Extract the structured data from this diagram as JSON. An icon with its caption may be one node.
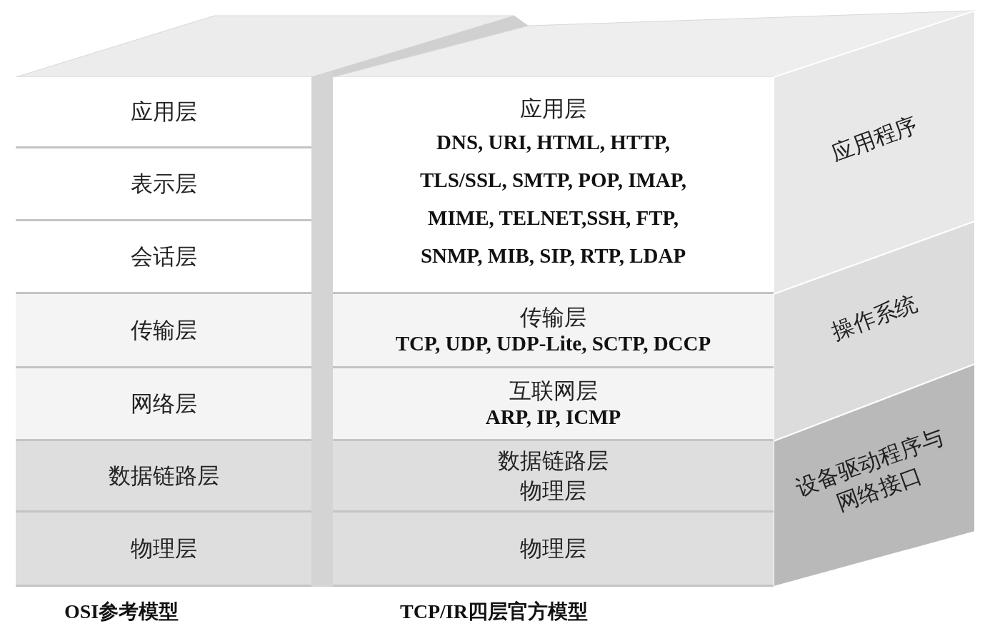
{
  "diagram": {
    "nodes": [
      {
        "text": [
          "应用层"
        ]
      },
      {
        "text": [
          "表示层"
        ]
      },
      {
        "text": [
          "会话层"
        ]
      },
      {
        "text": [
          "传输层"
        ]
      },
      {
        "text": [
          "网络层"
        ]
      },
      {
        "text": [
          "数据链路层"
        ]
      },
      {
        "text": [
          "物理层"
        ]
      },
      {
        "text": [
          "应用层",
          "DNS, URI, HTML, HTTP, TLS/SSL, SMTP, POP, IMAP, MIME, TELNET,SSH, FTP, SNMP, MIB, SIP, RTP, LDAP"
        ]
      },
      {
        "text": [
          "传输层",
          "TCP, UDP, UDP-Lite, SCTP, DCCP"
        ]
      },
      {
        "text": [
          "互联网层",
          "ARP, IP, ICMP"
        ]
      },
      {
        "text": [
          "数据链路层",
          "物理层"
        ]
      },
      {
        "text": [
          "物理层"
        ]
      },
      {
        "text": [
          "应用程序"
        ]
      },
      {
        "text": [
          "操作系统"
        ]
      },
      {
        "text": [
          "设备驱动程序与网络接口"
        ]
      }
    ],
    "labels": [
      "OSI参考模型",
      "TCP/IR四层官方模型"
    ]
  }
}
